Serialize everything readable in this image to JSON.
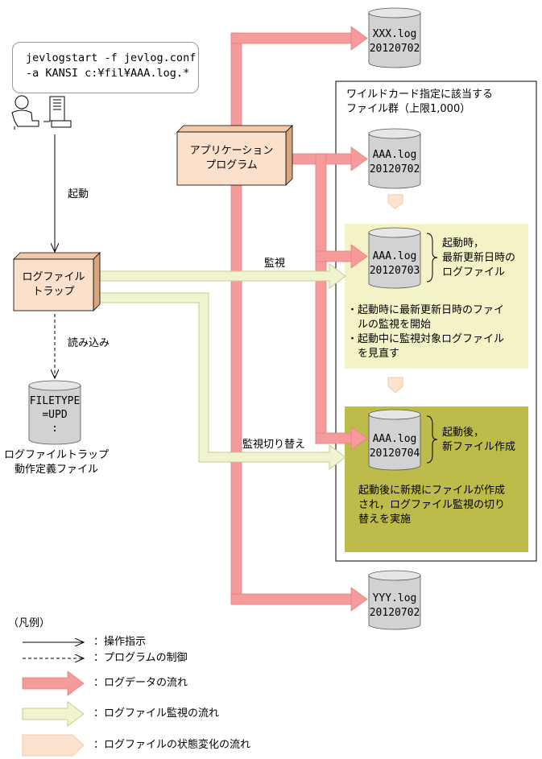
{
  "command": {
    "line1": "jevlogstart -f jevlog.conf",
    "line2": "-a KANSI c:¥fil¥AAA.log.*"
  },
  "labels": {
    "start": "起動",
    "read_in": "読み込み",
    "monitor": "監視",
    "monitor_switch": "監視切り替え"
  },
  "app_box": {
    "line1": "アプリケーション",
    "line2": "プログラム"
  },
  "trap_box": {
    "line1": "ログファイル",
    "line2": "トラップ"
  },
  "definition_file": {
    "line1": "FILETYPE",
    "line2": "=UPD",
    "line3": ":",
    "caption1": "ログファイルトラップ",
    "caption2": "動作定義ファイル"
  },
  "files": {
    "xxx": {
      "name": "XXX.log",
      "date": "20120702"
    },
    "aaa1": {
      "name": "AAA.log",
      "date": "20120702"
    },
    "aaa2": {
      "name": "AAA.log",
      "date": "20120703"
    },
    "aaa3": {
      "name": "AAA.log",
      "date": "20120704"
    },
    "yyy": {
      "name": "YYY.log",
      "date": "20120702"
    }
  },
  "group": {
    "title1": "ワイルドカード指定に該当する",
    "title2": "ファイル群（上限1,000）"
  },
  "stage1": {
    "brace1": "起動時，",
    "brace2": "最新更新日時の",
    "brace3": "ログファイル",
    "bullet1a": "・起動時に最新更新日時のファイ",
    "bullet1b": "　ルの監視を開始",
    "bullet2a": "・起動中に監視対象ログファイル",
    "bullet2b": "　を見直す"
  },
  "stage2": {
    "brace1": "起動後，",
    "brace2": "新ファイル作成",
    "desc1": "起動後に新規にファイルが作成",
    "desc2": "され，ログファイル監視の切り",
    "desc3": "替えを実施"
  },
  "legend": {
    "title": "（凡例）",
    "items": [
      "：操作指示",
      "：プログラムの制御",
      "：ログデータの流れ",
      "：ログファイル監視の流れ",
      "：ログファイルの状態変化の流れ"
    ]
  },
  "colors": {
    "log_data_flow": "#f59b9b",
    "monitor_flow": "#f0f3cf",
    "state_flow": "#fbe3cf",
    "stage1_bg": "#f4f3c8",
    "stage2_bg": "#bdbc4a",
    "box_fill": "#fbe0cc"
  }
}
